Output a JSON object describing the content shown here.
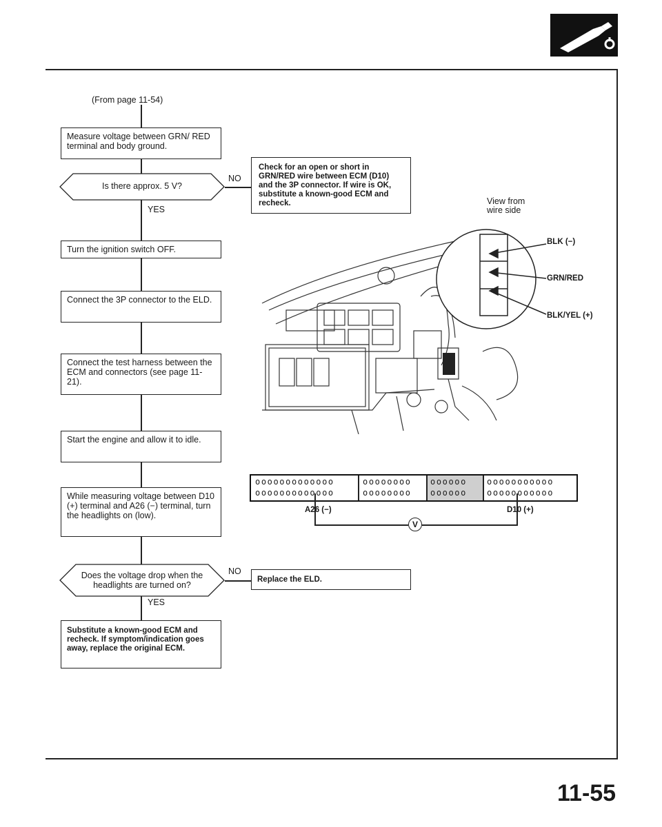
{
  "header": {
    "section_icon": "fuel-system-icon"
  },
  "flow": {
    "from_page": "(From page 11-54)",
    "step1": "Measure voltage between GRN/ RED terminal and body ground.",
    "decision1": "Is there approx. 5 V?",
    "no1_label": "NO",
    "yes1_label": "YES",
    "no1_action": "Check for an open or short in GRN/RED wire between ECM (D10) and the 3P connector. If wire is OK, substitute a known-good ECM and recheck.",
    "step2": "Turn the ignition switch OFF.",
    "step3": "Connect the 3P connector to the ELD.",
    "step4": "Connect the test harness between the ECM and connectors (see page 11-21).",
    "step5": "Start the engine and allow it to idle.",
    "step6": "While measuring voltage between D10 (+) terminal and A26 (−) terminal, turn the headlights on (low).",
    "decision2": "Does the voltage drop when the headlights are turned on?",
    "no2_label": "NO",
    "yes2_label": "YES",
    "no2_action": "Replace the ELD.",
    "step7": "Substitute a known-good ECM and recheck. If symptom/indication goes away, replace the original ECM."
  },
  "diagram": {
    "view_label_line1": "View from",
    "view_label_line2": "wire side",
    "wire1": "BLK (−)",
    "wire2": "GRN/RED",
    "wire3": "BLK/YEL (+)"
  },
  "connector": {
    "row_a1": "ooooooooooooo",
    "row_b1": "oooooooo",
    "row_c1": "oooooo",
    "row_d1": "ooooooooooo",
    "a26_label": "A26 (−)",
    "d10_label": "D10 (+)",
    "meter_symbol": "V"
  },
  "footer": {
    "page_number": "11-55"
  }
}
